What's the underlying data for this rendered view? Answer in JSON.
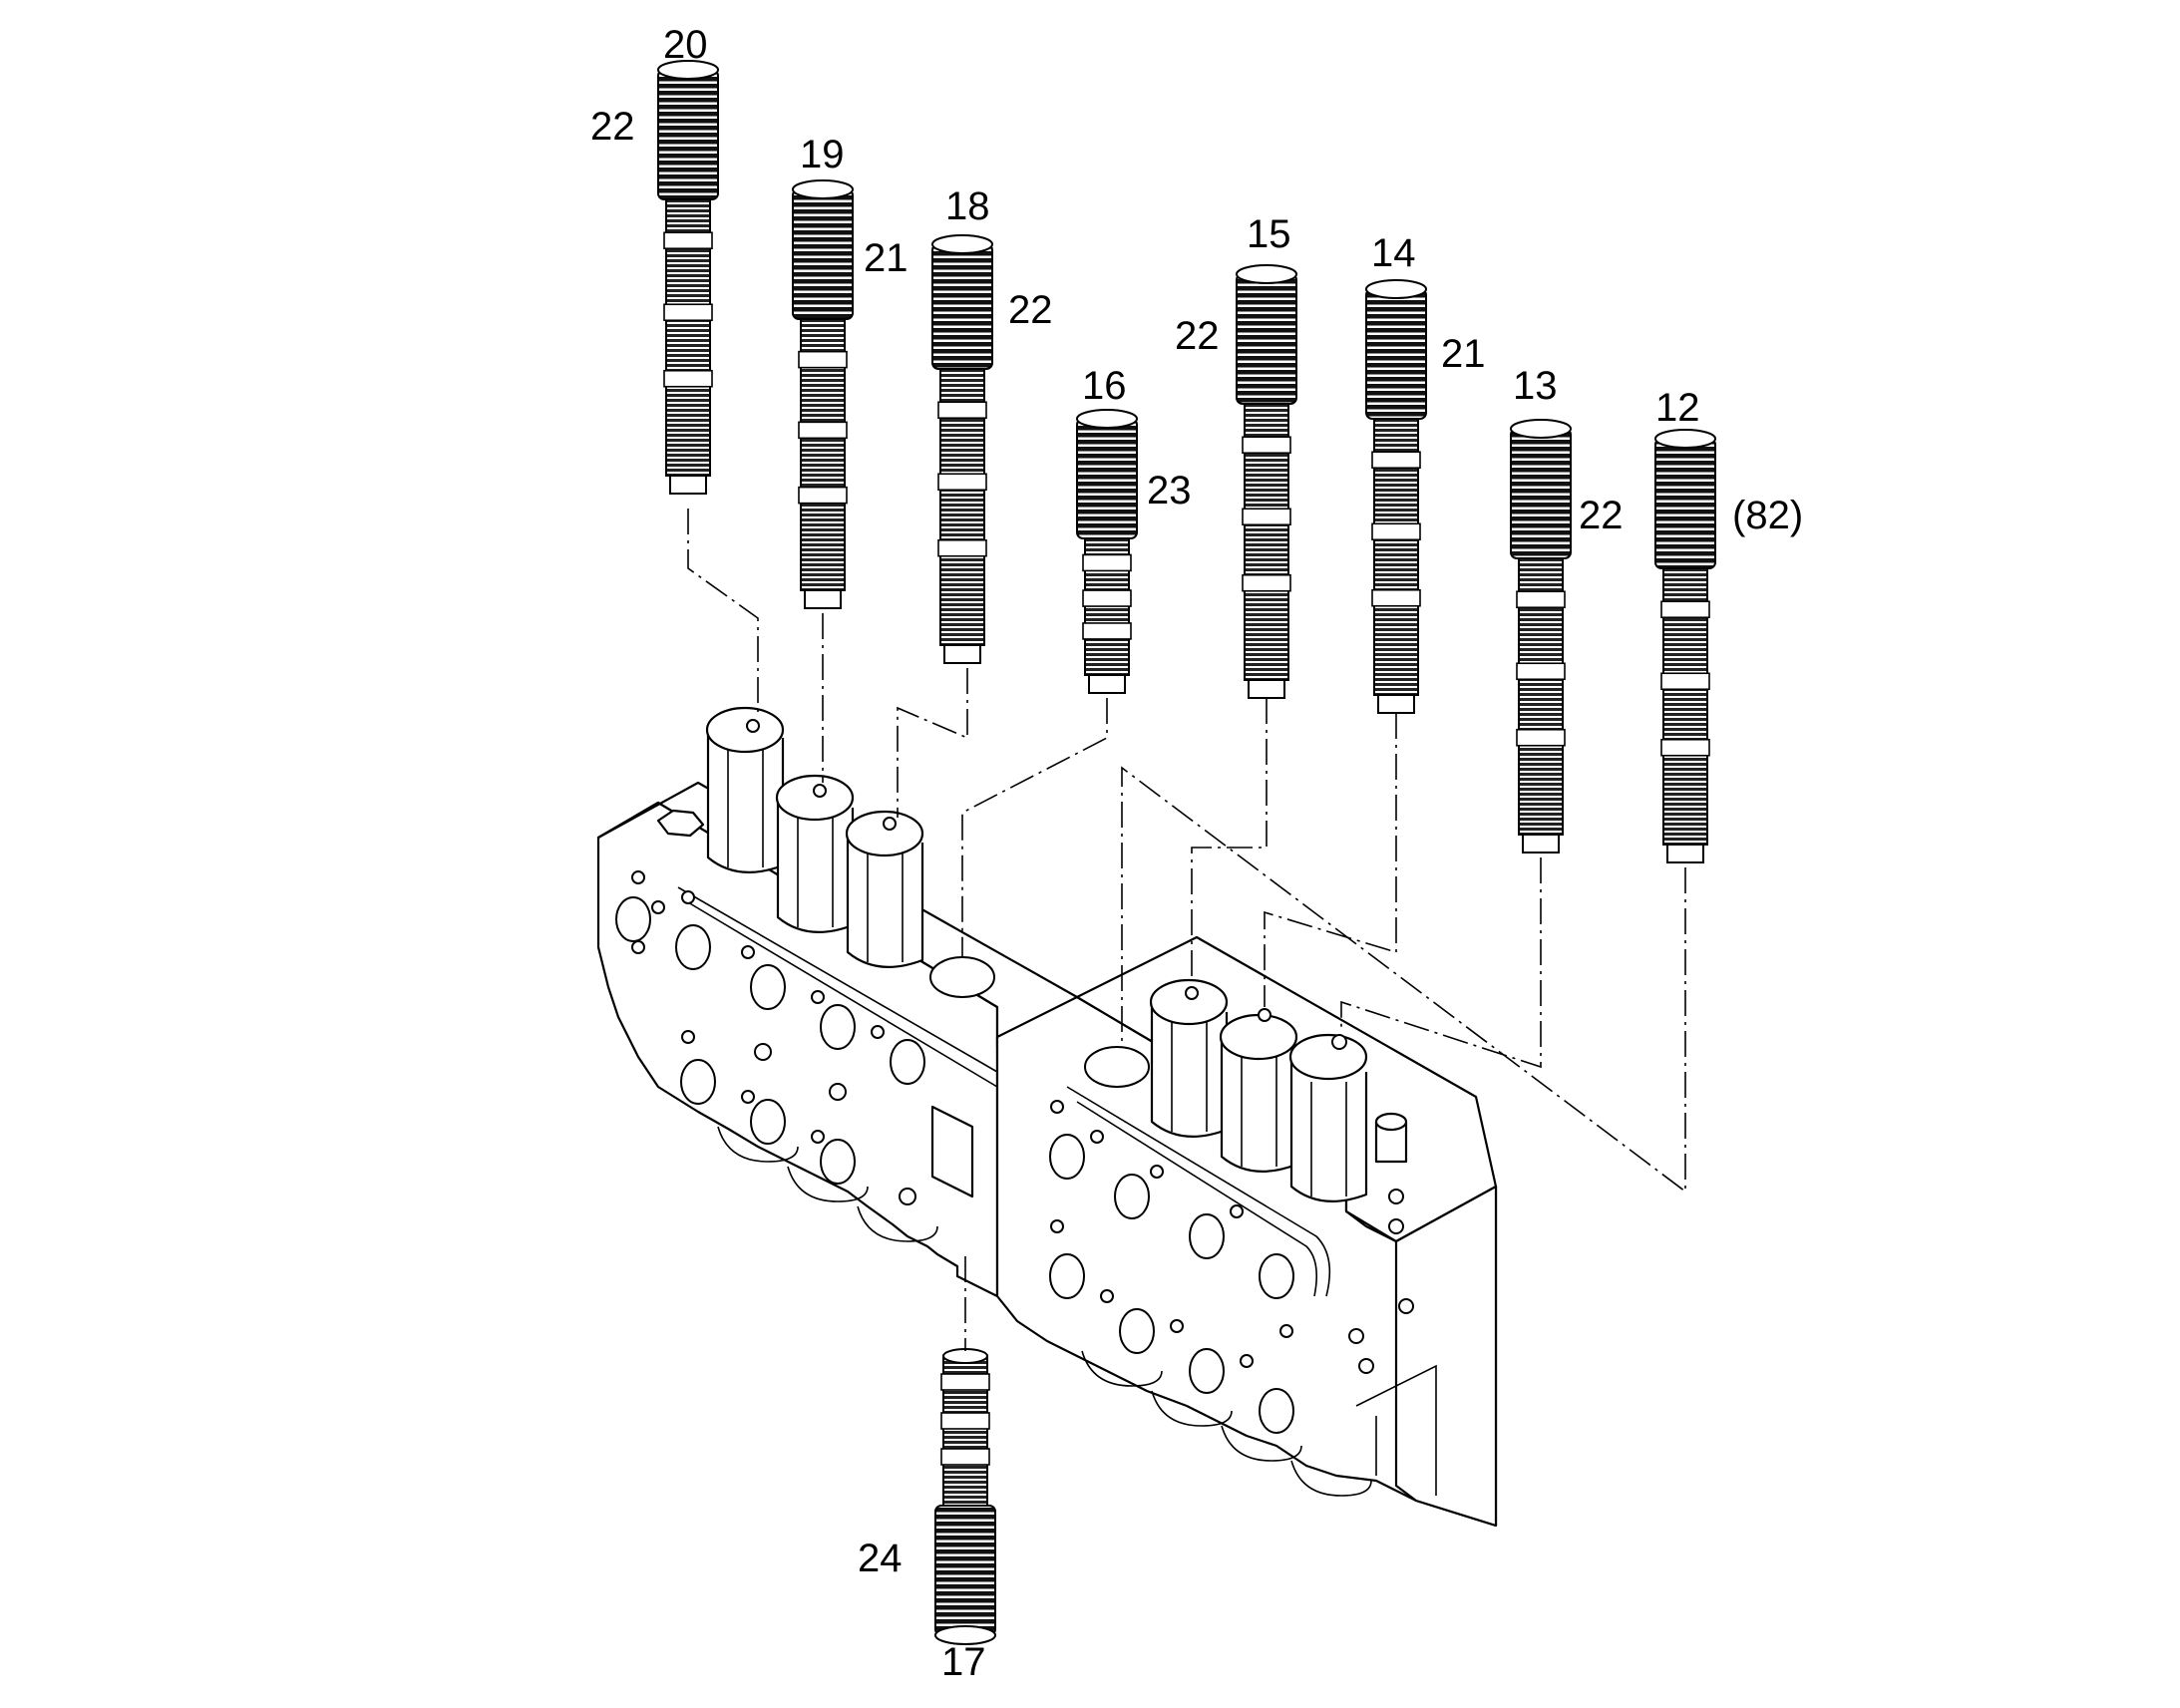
{
  "callouts": {
    "c20": "20",
    "c22a": "22",
    "c19": "19",
    "c21a": "21",
    "c18": "18",
    "c22b": "22",
    "c16": "16",
    "c23": "23",
    "c15": "15",
    "c22c": "22",
    "c14": "14",
    "c21b": "21",
    "c13": "13",
    "c22d": "22",
    "c12": "12",
    "c82": "(82)",
    "c24": "24",
    "c17": "17"
  }
}
